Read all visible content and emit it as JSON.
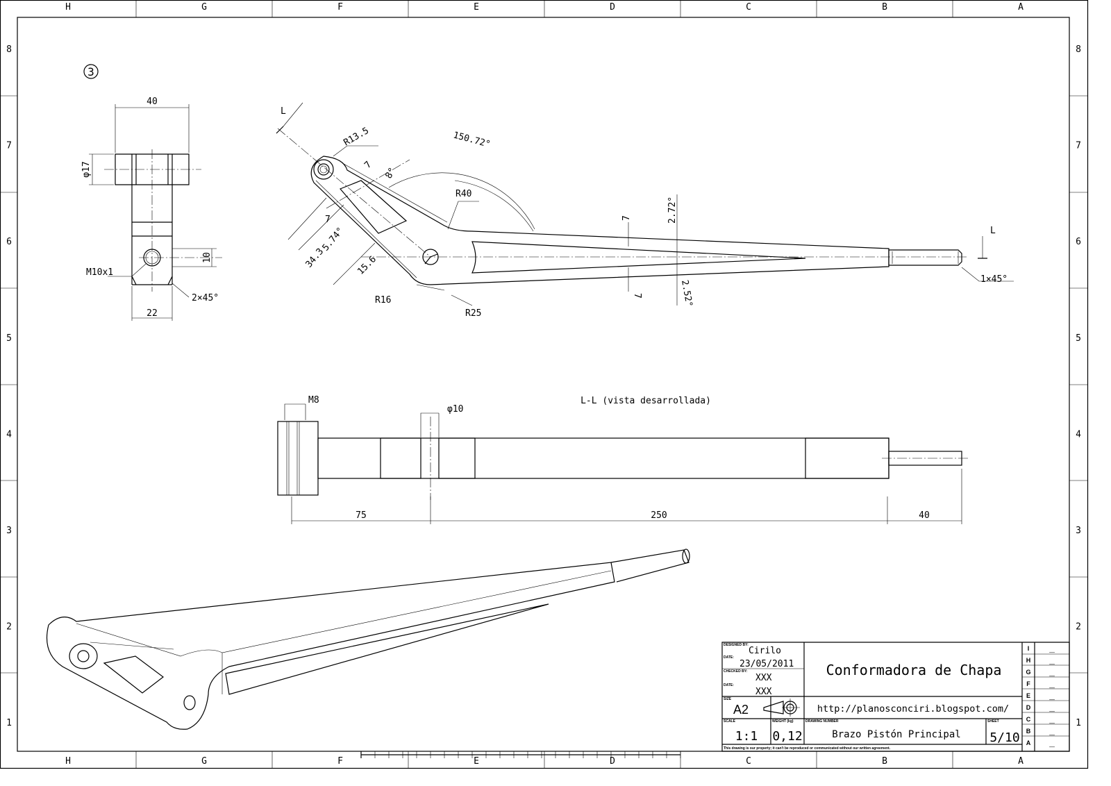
{
  "zones": {
    "columns": [
      "H",
      "G",
      "F",
      "E",
      "D",
      "C",
      "B",
      "A"
    ],
    "rows": [
      "8",
      "7",
      "6",
      "5",
      "4",
      "3",
      "2",
      "1"
    ]
  },
  "part_label": "3",
  "side_view": {
    "width": "40",
    "diameter": "φ17",
    "thread": "M10x1",
    "height": "10",
    "base": "22",
    "chamfer": "2×45°"
  },
  "main_view": {
    "section_mark": "L",
    "r_eye": "R13.5",
    "angle_main": "150.72°",
    "r_bend": "R40",
    "dim_7a": "7",
    "angle_8": "8°",
    "dim_7b": "7",
    "dim_34": "34.3",
    "angle_574": "5.74°",
    "dim_156": "15.6",
    "r16": "R16",
    "r25": "R25",
    "dim_7c": "7",
    "dim_7d": "7",
    "angle_272": "2.72°",
    "angle_252": "2.52°",
    "chamfer_end": "1×45°"
  },
  "section_view": {
    "title": "L-L (vista desarrollada)",
    "m8": "M8",
    "hole": "φ10",
    "d75": "75",
    "d250": "250",
    "d40": "40"
  },
  "title_block": {
    "designed_by_label": "DESIGNED BY:",
    "designed_by": "Cirilo",
    "date_label": "DATE:",
    "date": "23/05/2011",
    "checked_by_label": "CHECKED BY:",
    "checked_by": "XXX",
    "date2_label": "DATE:",
    "date2": "XXX",
    "size_label": "SIZE",
    "size": "A2",
    "scale_label": "SCALE",
    "scale": "1:1",
    "weight_label": "WEIGHT (kg)",
    "weight": "0,12",
    "drawing_number_label": "DRAWING NUMBER",
    "drawing_name": "Brazo Pistón Principal",
    "sheet_label": "SHEET",
    "sheet": "5/10",
    "project": "Conformadora de Chapa",
    "url": "http://planosconciri.blogspot.com/",
    "footer": "This drawing is our property; it can't be reproduced or communicated without our written agreement.",
    "revisions": [
      {
        "letter": "I",
        "value": "_"
      },
      {
        "letter": "H",
        "value": "_"
      },
      {
        "letter": "G",
        "value": "_"
      },
      {
        "letter": "F",
        "value": "_"
      },
      {
        "letter": "E",
        "value": "_"
      },
      {
        "letter": "D",
        "value": "_"
      },
      {
        "letter": "C",
        "value": "_"
      },
      {
        "letter": "B",
        "value": "_"
      },
      {
        "letter": "A",
        "value": "_"
      }
    ]
  }
}
